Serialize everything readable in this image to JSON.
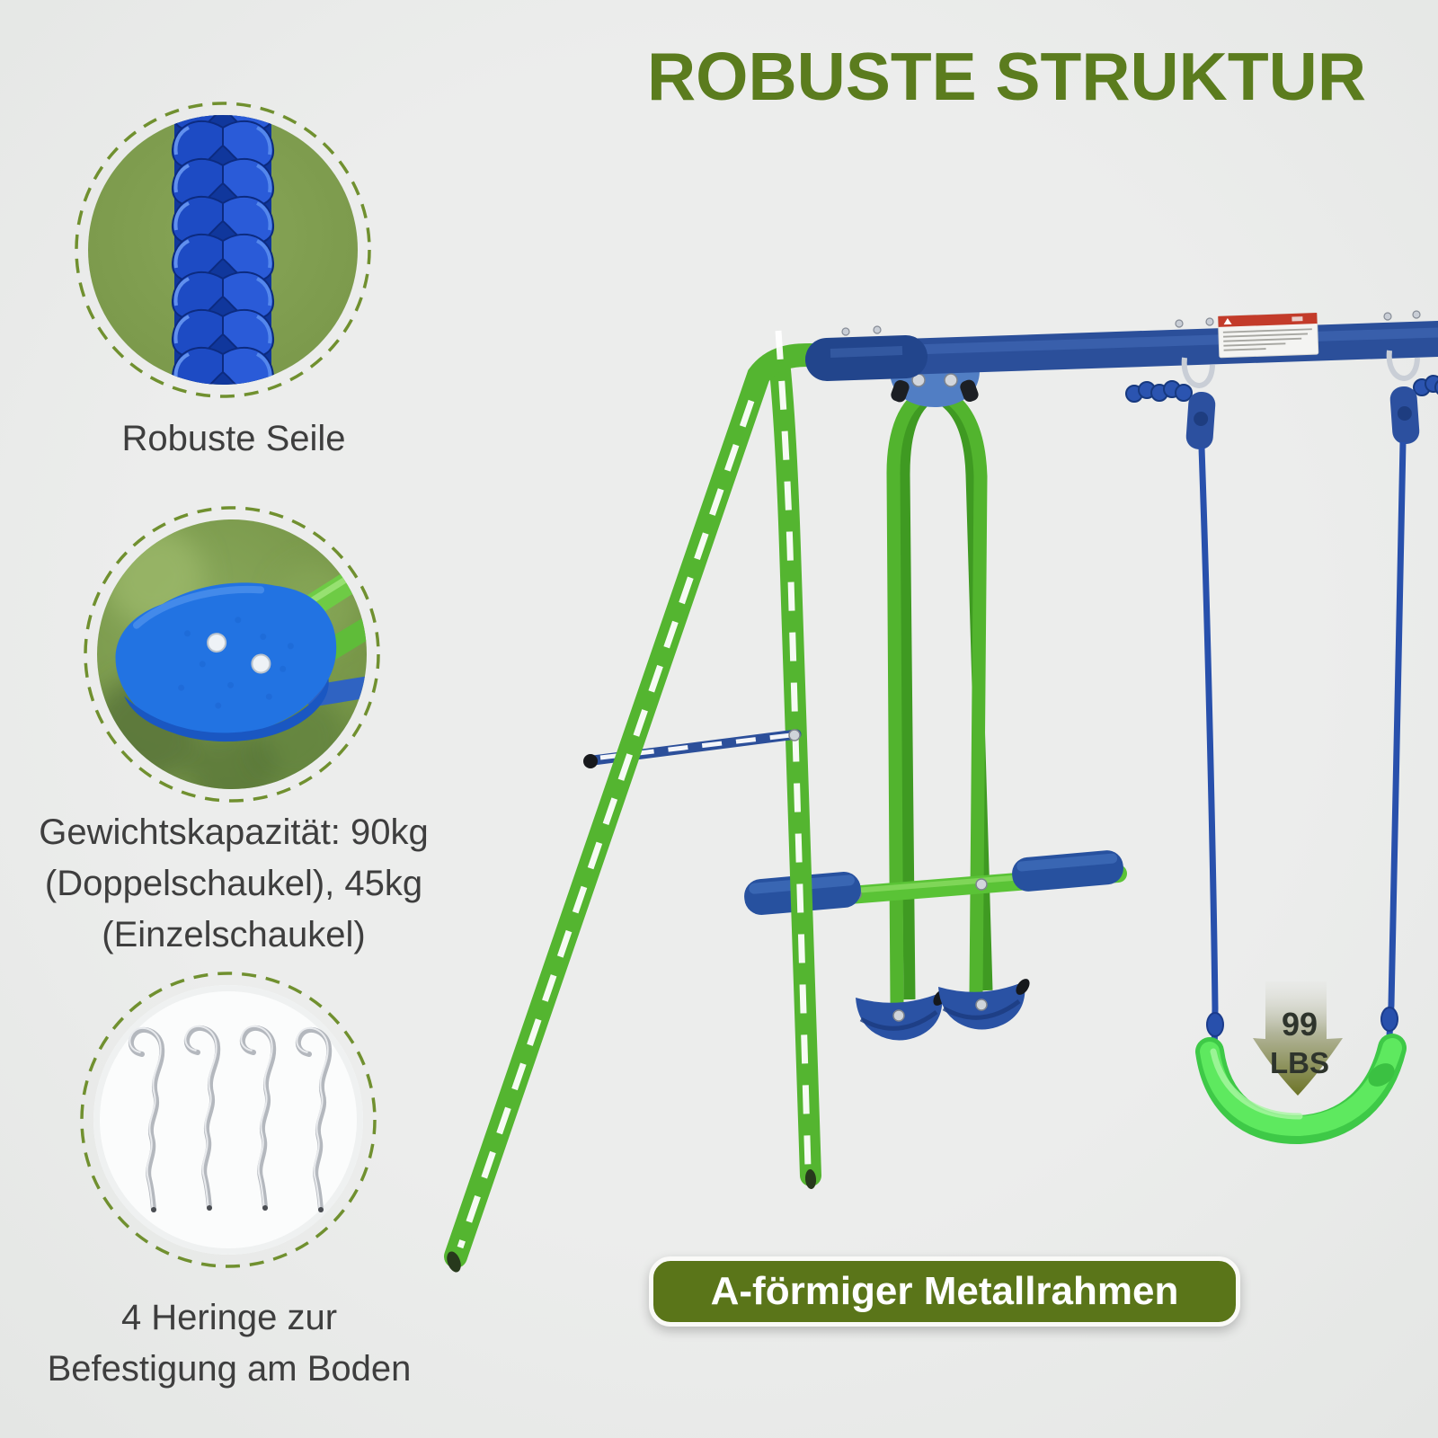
{
  "title": "ROBUSTE STRUKTUR",
  "features": [
    {
      "name": "ropes",
      "caption": "Robuste Seile"
    },
    {
      "name": "weight-capacity",
      "caption": "Gewichtskapazität: 90kg\n(Doppelschaukel), 45kg\n(Einzelschaukel)"
    },
    {
      "name": "ground-stakes",
      "caption": "4 Heringe zur\nBefestigung am Boden"
    }
  ],
  "weight_badge": {
    "value": "99",
    "unit": "LBS"
  },
  "banner": {
    "label": "A-förmiger Metallrahmen"
  },
  "colors": {
    "accent_olive": "#5b7c1e",
    "banner_olive": "#5a7519",
    "frame_green": "#54b530",
    "bar_blue": "#2b4f9a",
    "swing_seat_green": "#5ee95f",
    "rope_blue": "#2850ac",
    "glider_seat_blue": "#27519f",
    "background": "#e9eae9"
  }
}
